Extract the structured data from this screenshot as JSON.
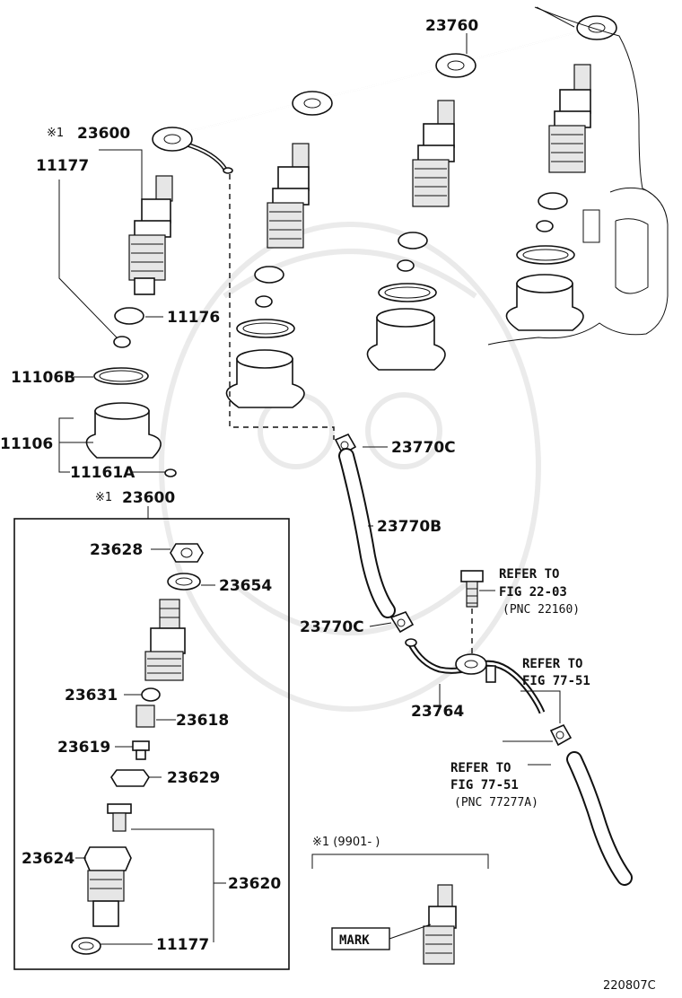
{
  "labels": {
    "l23760": "23760",
    "l23600_top": "23600",
    "l11177_top": "11177",
    "l11176": "11176",
    "l11106B": "11106B",
    "l11106": "11106",
    "l11161A": "11161A",
    "l23600_box": "23600",
    "l23628": "23628",
    "l23654": "23654",
    "l23631": "23631",
    "l23618": "23618",
    "l23619": "23619",
    "l23629": "23629",
    "l23624": "23624",
    "l23620": "23620",
    "l11177_bottom": "11177",
    "l23770C_top": "23770C",
    "l23770B": "23770B",
    "l23770C_bottom": "23770C",
    "l23764": "23764",
    "mark": "MARK",
    "diagram_code": "220807C"
  },
  "notes": {
    "note_mark": "※1",
    "date_range": "※1 (9901-     )"
  },
  "references": [
    {
      "line1": "REFER TO",
      "line2": "FIG 22-03",
      "line3": "(PNC 22160)"
    },
    {
      "line1": "REFER TO",
      "line2": "FIG 77-51",
      "line3": ""
    },
    {
      "line1": "REFER TO",
      "line2": "FIG 77-51",
      "line3": "(PNC 77277A)"
    }
  ]
}
